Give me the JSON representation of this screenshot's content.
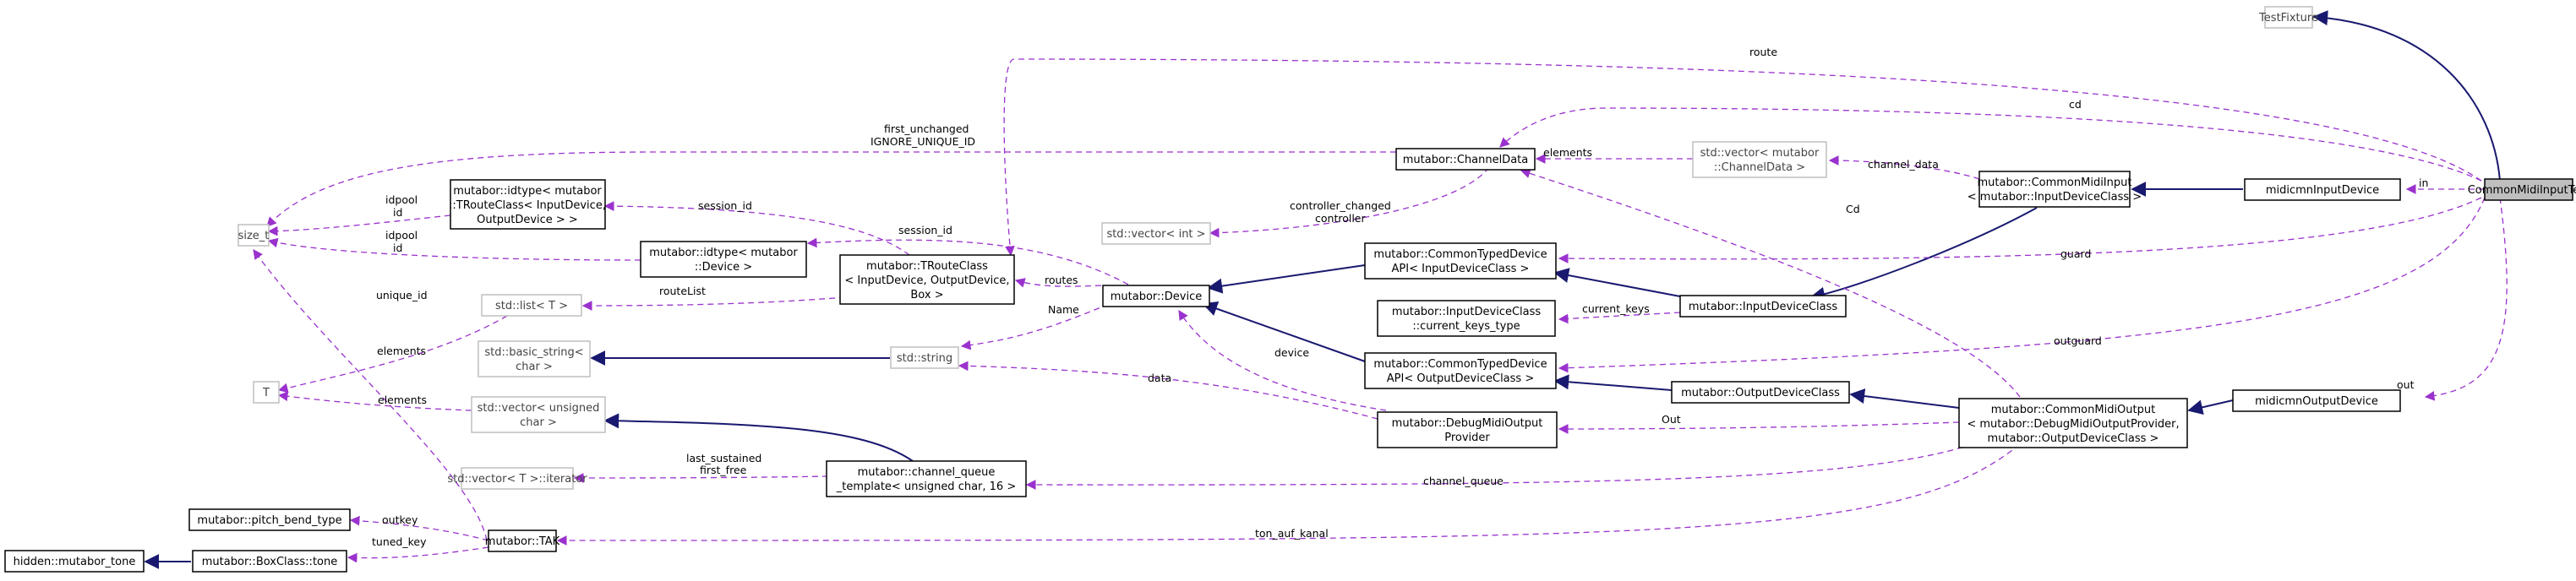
{
  "nodes": {
    "testfixture": "TestFixture",
    "commonmidiinputtest": "CommonMidiInputTest",
    "midicmninputdevice": "midicmnInputDevice",
    "midicmnoutputdevice": "midicmnOutputDevice",
    "commonmidiinput": [
      "mutabor::CommonMidiInput",
      "< mutabor::InputDeviceClass >"
    ],
    "commonmidioutput": [
      "mutabor::CommonMidiOutput",
      "< mutabor::DebugMidiOutputProvider,",
      "mutabor::OutputDeviceClass >"
    ],
    "channeldata": "mutabor::ChannelData",
    "vector_channeldata": [
      "std::vector< mutabor",
      "::ChannelData >"
    ],
    "vector_int": "std::vector< int >",
    "ctd_input": [
      "mutabor::CommonTypedDevice",
      "API< InputDeviceClass >"
    ],
    "ctd_output": [
      "mutabor::CommonTypedDevice",
      "API< OutputDeviceClass >"
    ],
    "inputdeviceclass": "mutabor::InputDeviceClass",
    "outputdeviceclass": "mutabor::OutputDeviceClass",
    "current_keys_type": [
      "mutabor::InputDeviceClass",
      "::current_keys_type"
    ],
    "device": "mutabor::Device",
    "string": "std::string",
    "basic_string": [
      "std::basic_string<",
      "char >"
    ],
    "troute": [
      "mutabor::TRouteClass",
      "< InputDevice, OutputDevice,",
      "Box >"
    ],
    "idtype_troute": [
      "mutabor::idtype< mutabor",
      "::TRouteClass< InputDevice,",
      "OutputDevice > >"
    ],
    "idtype_device": [
      "mutabor::idtype< mutabor",
      "::Device >"
    ],
    "size_t": "size_t",
    "list_t": "std::list< T >",
    "t": "T",
    "vector_uchar": [
      "std::vector< unsigned",
      "char >"
    ],
    "vector_iterator": "std::vector< T >::iterator",
    "channel_queue": [
      "mutabor::channel_queue",
      "_template< unsigned char, 16 >"
    ],
    "debugmidioutputprovider": [
      "mutabor::DebugMidiOutput",
      "Provider"
    ],
    "tak": "mutabor::TAK",
    "pitch_bend_type": "mutabor::pitch_bend_type",
    "boxclass_tone": "mutabor::BoxClass::tone",
    "hidden_tone": "hidden::mutabor_tone"
  },
  "edge_labels": {
    "route": "route",
    "cd": "cd",
    "cd_upper": "Cd",
    "first_unchanged": [
      "first_unchanged",
      "IGNORE_UNIQUE_ID"
    ],
    "elements": "elements",
    "channel_data": "channel_data",
    "in": "in",
    "out": "out",
    "session_id_a": "session_id",
    "session_id_b": "session_id",
    "controller_changed": [
      "controller_changed",
      "controller"
    ],
    "idpool_a": [
      "idpool",
      "id"
    ],
    "idpool_b": [
      "idpool",
      "id"
    ],
    "routes": "routes",
    "guard": "guard",
    "outguard": "outguard",
    "current_keys": "current_keys",
    "unique_id": "unique_id",
    "routelist": "routeList",
    "name": "Name",
    "elements_list": "elements",
    "elements_vec": "elements",
    "device": "device",
    "data": "data",
    "out_upper": "Out",
    "last_sustained": [
      "last_sustained",
      "first_free"
    ],
    "channel_queue": "channel_queue",
    "outkey": "outkey",
    "tuned_key": "tuned_key",
    "ton_auf_kanal": "ton_auf_kanal"
  }
}
